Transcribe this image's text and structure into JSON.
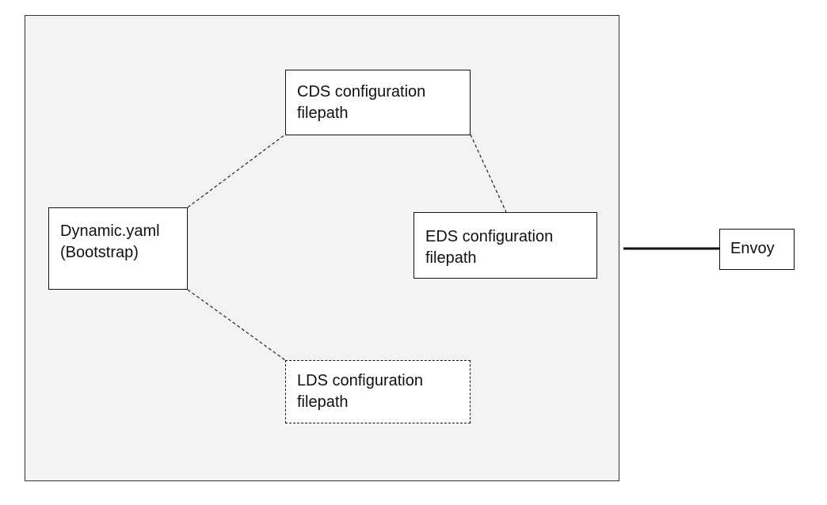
{
  "nodes": {
    "dynamic": {
      "line1": "Dynamic.yaml",
      "line2": "(Bootstrap)"
    },
    "cds": {
      "line1": "CDS configuration",
      "line2": "filepath"
    },
    "eds": {
      "line1": "EDS configuration",
      "line2": "filepath"
    },
    "lds": {
      "line1": "LDS configuration",
      "line2": "filepath"
    },
    "envoy": {
      "line1": "Envoy"
    }
  },
  "colors": {
    "container_fill": "#f3f3f3",
    "stroke": "#111111",
    "node_fill": "#ffffff"
  }
}
